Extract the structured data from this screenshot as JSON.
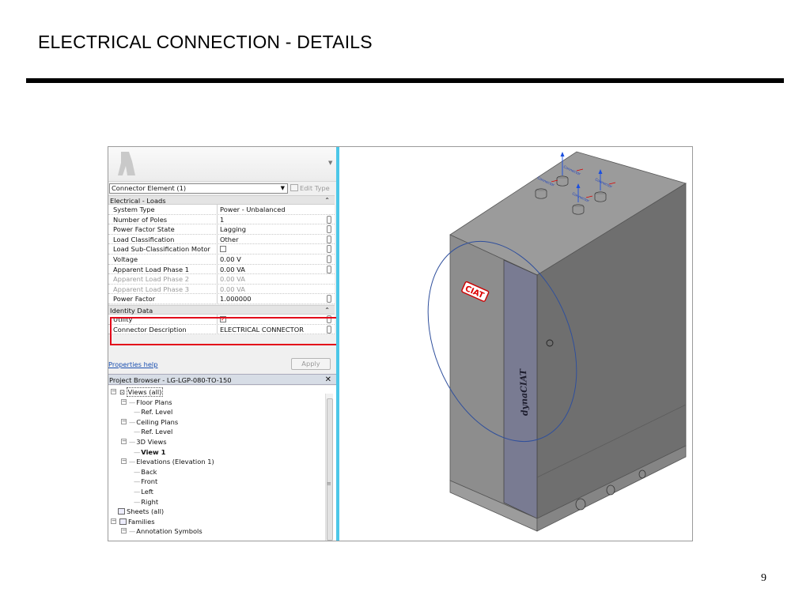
{
  "slide": {
    "title": "ELECTRICAL CONNECTION - DETAILS",
    "page_number": "9"
  },
  "properties": {
    "element_selector": "Connector Element (1)",
    "edit_type_label": "Edit Type",
    "sections": [
      {
        "title": "Electrical - Loads"
      },
      {
        "title": "Identity Data"
      }
    ],
    "electrical_rows": [
      {
        "label": "System Type",
        "value": "Power - Unbalanced"
      },
      {
        "label": "Number of Poles",
        "value": "1"
      },
      {
        "label": "Power Factor State",
        "value": "Lagging"
      },
      {
        "label": "Load Classification",
        "value": "Other"
      },
      {
        "label": "Load Sub-Classification Motor",
        "value": ""
      },
      {
        "label": "Voltage",
        "value": "0.00 V"
      },
      {
        "label": "Apparent Load Phase 1",
        "value": "0.00 VA"
      },
      {
        "label": "Apparent Load Phase 2",
        "value": "0.00 VA"
      },
      {
        "label": "Apparent Load Phase 3",
        "value": "0.00 VA"
      },
      {
        "label": "Power Factor",
        "value": "1.000000"
      }
    ],
    "identity_rows": [
      {
        "label": "Utility",
        "value": ""
      },
      {
        "label": "Connector Description",
        "value": "ELECTRICAL CONNECTOR"
      }
    ],
    "help_link": "Properties help",
    "apply_label": "Apply"
  },
  "project_browser": {
    "title": "Project Browser - LG-LGP-080-TO-150",
    "tree": [
      {
        "label": "Views (all)"
      },
      {
        "label": "Floor Plans"
      },
      {
        "label": "Ref. Level"
      },
      {
        "label": "Ceiling Plans"
      },
      {
        "label": "Ref. Level"
      },
      {
        "label": "3D Views"
      },
      {
        "label": "View 1"
      },
      {
        "label": "Elevations (Elevation 1)"
      },
      {
        "label": "Back"
      },
      {
        "label": "Front"
      },
      {
        "label": "Left"
      },
      {
        "label": "Right"
      },
      {
        "label": "Sheets (all)"
      },
      {
        "label": "Families"
      },
      {
        "label": "Annotation Symbols"
      }
    ]
  },
  "model": {
    "brand_logo": "CIAT",
    "side_label": "dynaCIAT",
    "connector_tag": "Connector",
    "colors": {
      "cabinet_front": "#8d8d8d",
      "cabinet_side": "#6f6f6f",
      "cabinet_top": "#9b9b9b",
      "door_panel": "#797b92",
      "selection_circle": "#2f4f9c",
      "highlight_red": "#e3061a"
    }
  }
}
